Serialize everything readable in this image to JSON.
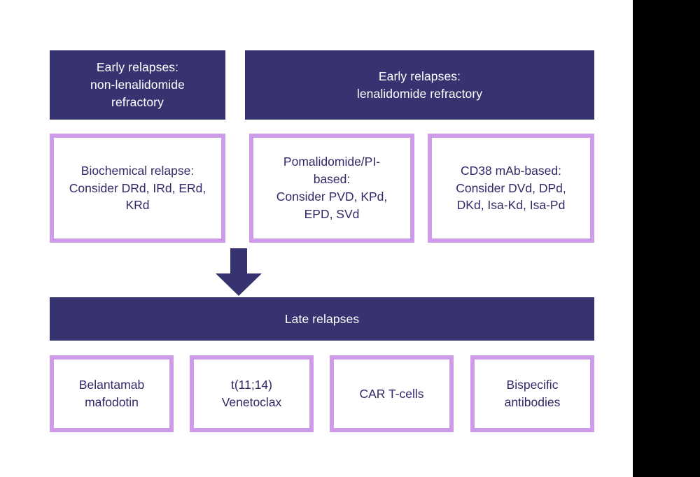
{
  "diagram": {
    "title_present": false,
    "colors": {
      "header_navy": "#373370",
      "box_border_purple": "#ce9aea",
      "box_fill": "#ffffff",
      "box_text": "#2f2a68",
      "header_text": "#ffffff",
      "arrow": "#373370",
      "letterbox": "#000000"
    },
    "headers": [
      {
        "id": "early-non-len-refractory",
        "label": "Early relapses:\nnon-lenalidomide\nrefractory"
      },
      {
        "id": "early-len-refractory",
        "label": "Early relapses:\nlenalidomide refractory"
      }
    ],
    "early_options": [
      {
        "id": "biochemical-relapse",
        "label": "Biochemical relapse:\nConsider DRd, IRd, ERd,\nKRd"
      },
      {
        "id": "pomalidomide-pi-based",
        "label": "Pomalidomide/PI-\nbased:\nConsider PVD, KPd,\nEPD, SVd"
      },
      {
        "id": "cd38-mab-based",
        "label": "CD38 mAb-based:\nConsider DVd, DPd,\nDKd, Isa-Kd, Isa-Pd"
      }
    ],
    "arrow": {
      "id": "down-arrow",
      "direction": "down"
    },
    "late_header": {
      "id": "late-relapses",
      "label": "Late relapses"
    },
    "late_options": [
      {
        "id": "belantamab-mafodotin",
        "label": "Belantamab\nmafodotin"
      },
      {
        "id": "t1114-venetoclax",
        "label": "t(11;14)\nVenetoclax"
      },
      {
        "id": "car-t-cells",
        "label": "CAR T-cells"
      },
      {
        "id": "bispecific-antibodies",
        "label": "Bispecific\nantibodies"
      }
    ]
  }
}
